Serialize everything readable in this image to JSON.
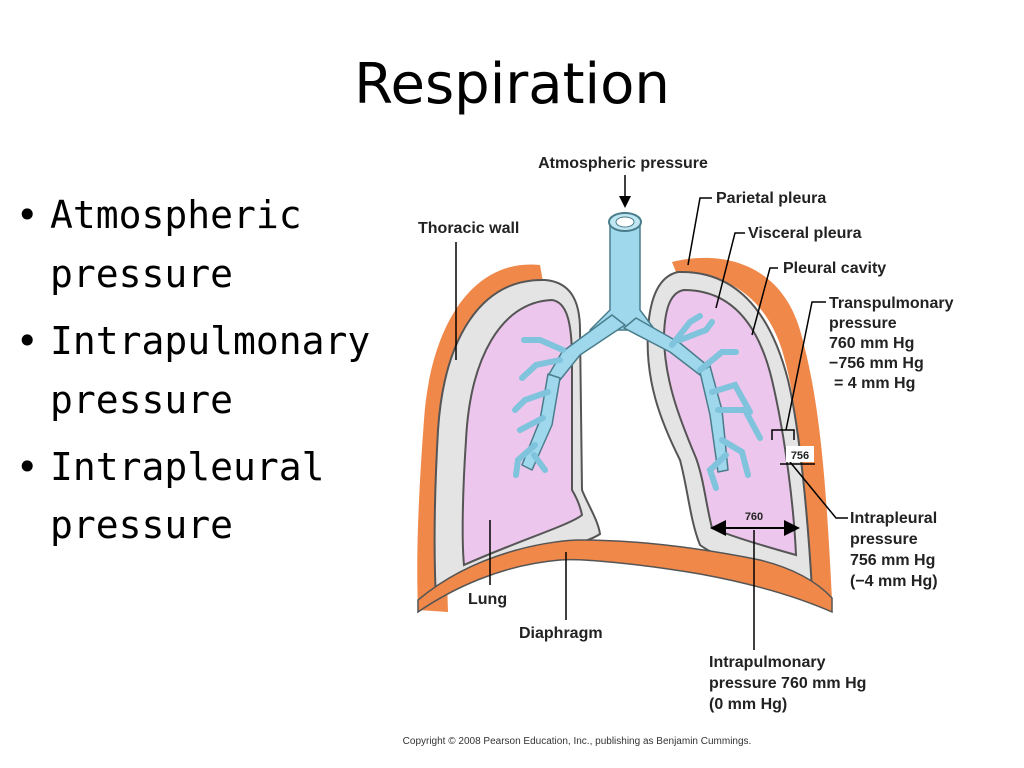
{
  "slide": {
    "title": "Respiration",
    "bullets": [
      [
        "Atmospheric",
        "pressure"
      ],
      [
        "Intrapulmonary",
        "pressure"
      ],
      [
        "Intrapleural",
        "pressure"
      ]
    ]
  },
  "diagram": {
    "labels": {
      "atmospheric": "Atmospheric pressure",
      "parietal": "Parietal pleura",
      "thoracic": "Thoracic wall",
      "visceral": "Visceral pleura",
      "pleural_cavity": "Pleural cavity",
      "transpulmonary": [
        "Transpulmonary",
        "pressure",
        "760 mm Hg",
        "−756 mm Hg",
        "= 4 mm Hg"
      ],
      "measure_756": "756",
      "measure_760": "760",
      "intrapleural": [
        "Intrapleural",
        "pressure",
        "756 mm Hg",
        "(−4 mm Hg)"
      ],
      "lung": "Lung",
      "diaphragm": "Diaphragm",
      "intrapulmonary": [
        "Intrapulmonary",
        "pressure 760 mm Hg",
        "(0 mm Hg)"
      ]
    },
    "colors": {
      "pleura": "#f0884a",
      "cavity": "#e4e4e4",
      "lung": "#ecc6ec",
      "airway": "#9fd8ec",
      "outline": "#555555"
    }
  },
  "copyright": "Copyright © 2008 Pearson Education, Inc., publishing as Benjamin Cummings."
}
